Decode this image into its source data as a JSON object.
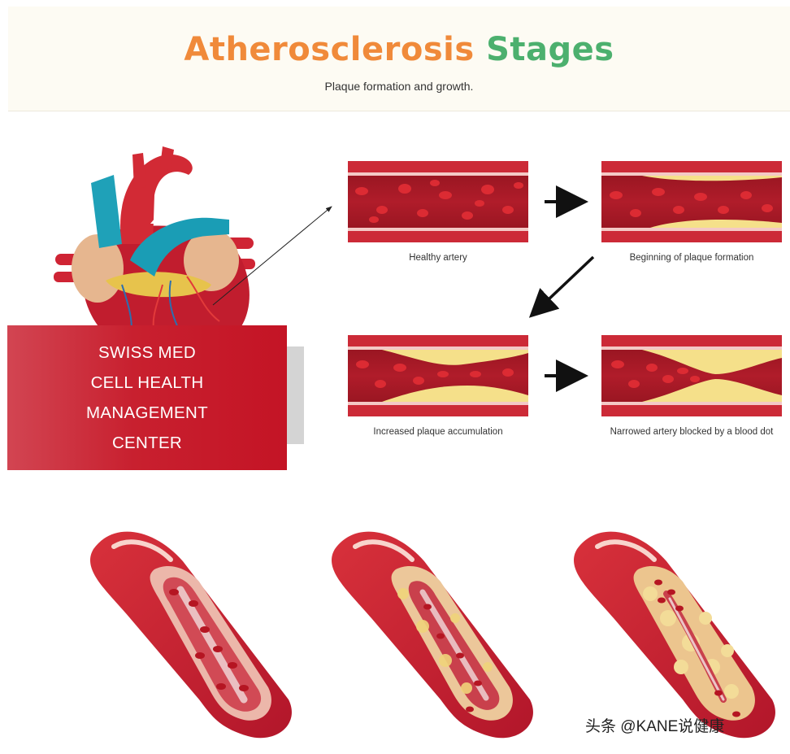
{
  "title": {
    "part1": "Atherosclerosis",
    "part2": "Stages"
  },
  "subtitle": "Plaque formation and growth.",
  "stages": [
    {
      "label": "Healthy artery"
    },
    {
      "label": "Beginning of plaque formation"
    },
    {
      "label": "Increased plaque accumulation"
    },
    {
      "label": "Narrowed artery blocked by a blood dot"
    }
  ],
  "badge": {
    "lines": [
      "SWISS MED",
      "CELL HEALTH",
      "MANAGEMENT",
      "CENTER"
    ]
  },
  "watermark": "头条 @KANE说健康",
  "colors": {
    "title_orange": "#f08a3a",
    "title_green": "#4cb06e",
    "vessel_red": "#c8202f",
    "plaque_yellow": "#f5e08a",
    "aorta_blue": "#1fa1b8",
    "badge_red": "#c41425"
  }
}
